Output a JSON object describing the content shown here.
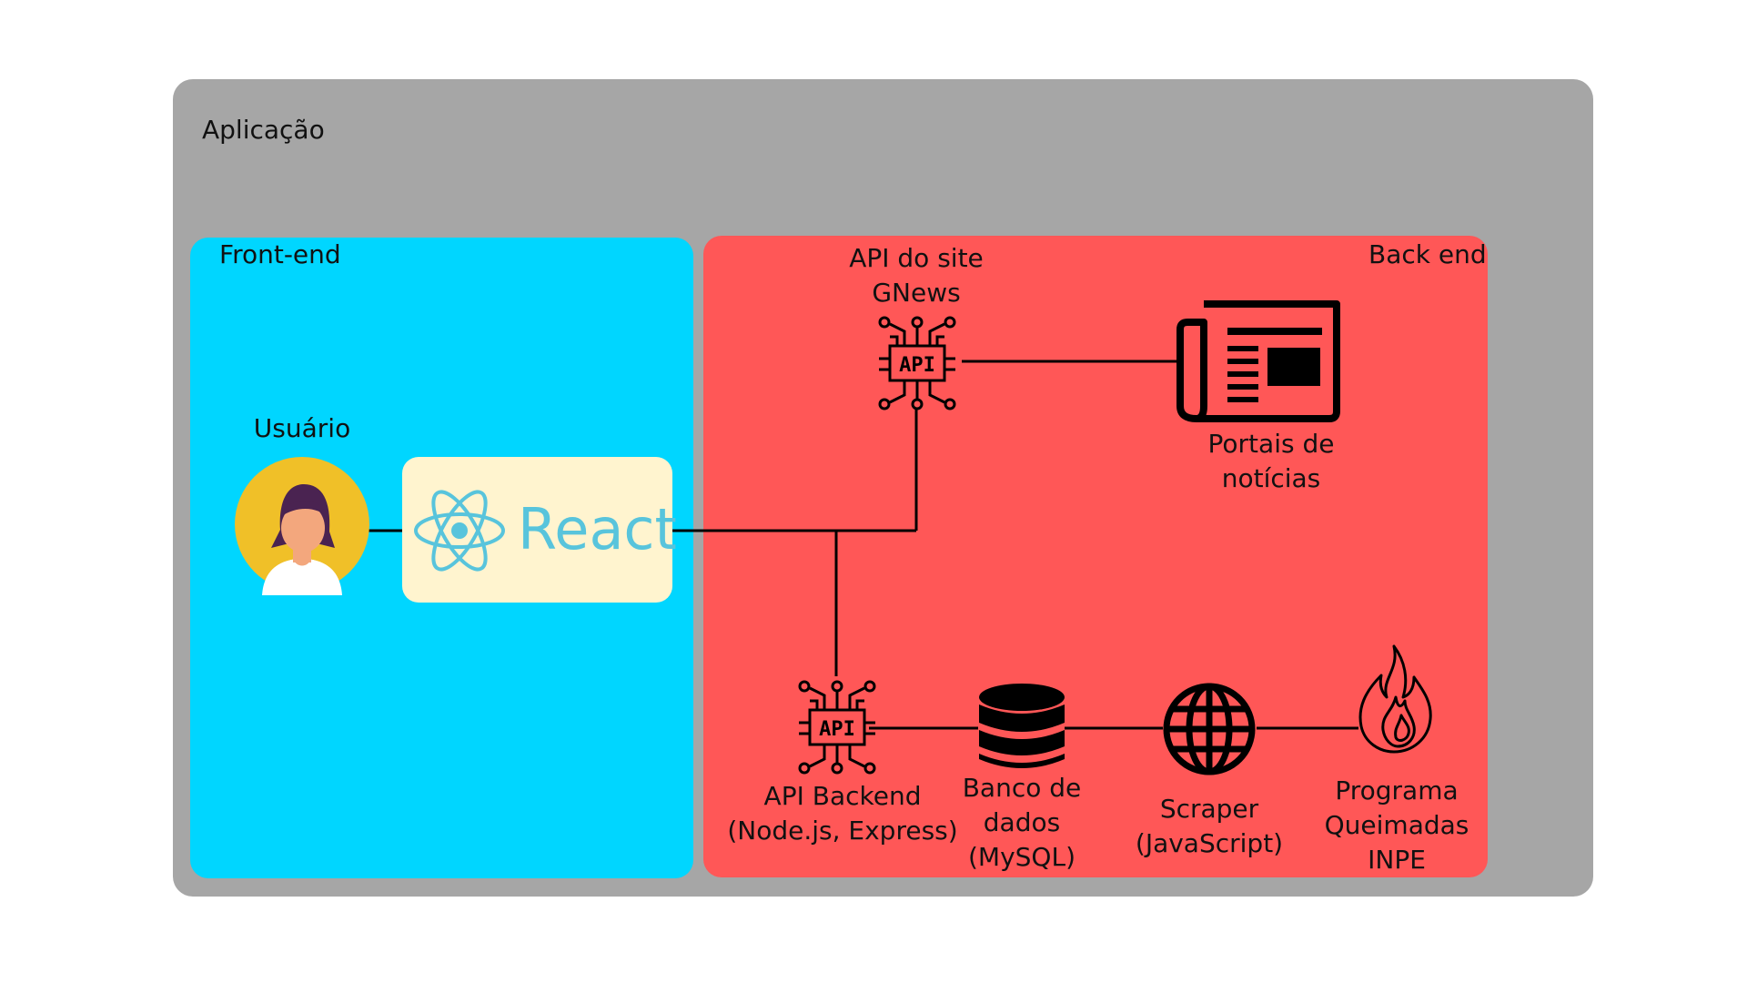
{
  "containers": {
    "app_title": "Aplicação",
    "frontend_title": "Front-end",
    "backend_title": "Back end"
  },
  "nodes": {
    "user": "Usuário",
    "react": "React",
    "gnews_api": [
      "API do site",
      "GNews"
    ],
    "news_portals": [
      "Portais de",
      "notícias"
    ],
    "backend_api": [
      "API Backend",
      "(Node.js, Express)"
    ],
    "database": [
      "Banco de",
      "dados",
      "(MySQL)"
    ],
    "scraper": [
      "Scraper",
      "(JavaScript)"
    ],
    "inpe": [
      "Programa",
      "Queimadas",
      "INPE"
    ],
    "api_icon_text": "API"
  },
  "colors": {
    "application_bg": "#a6a6a6",
    "frontend_bg": "#00d6ff",
    "backend_bg": "#ff5757",
    "react_box_bg": "#fff4cf",
    "react_brand": "#58c4dc",
    "avatar_bg": "#f0c028"
  },
  "icons": [
    "user-avatar-icon",
    "react-logo-icon",
    "api-chip-icon",
    "newspaper-icon",
    "database-icon",
    "globe-icon",
    "fire-icon"
  ]
}
